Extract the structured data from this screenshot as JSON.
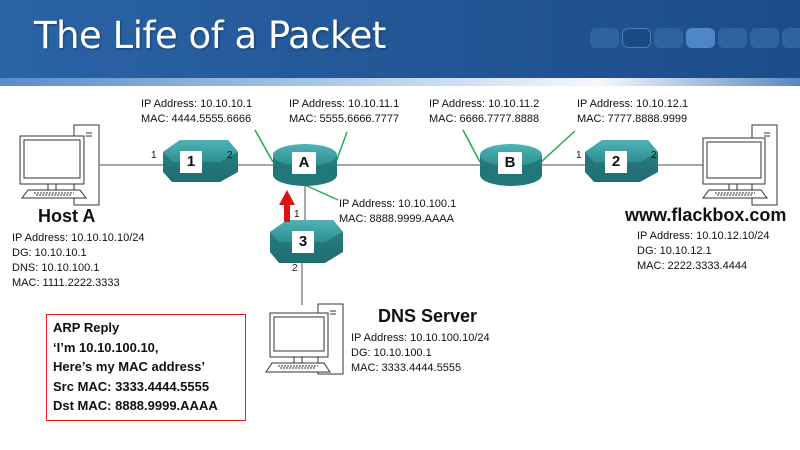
{
  "slide": {
    "title": "The Life of a Packet",
    "nav_dots": [
      {
        "state": "normal"
      },
      {
        "state": "outline"
      },
      {
        "state": "normal"
      },
      {
        "state": "active"
      },
      {
        "state": "normal"
      },
      {
        "state": "normal"
      },
      {
        "state": "normal"
      }
    ]
  },
  "colors": {
    "banner": "#24599a",
    "device": "#2f8f93",
    "link": "#808080",
    "annotation_line": "#22aa55",
    "arrow": "#e01010",
    "arp_border": "#e02020"
  },
  "devices": {
    "switch1": {
      "label": "1",
      "port_left": "1",
      "port_right": "2"
    },
    "routerA": {
      "label": "A"
    },
    "routerB": {
      "label": "B"
    },
    "switch2": {
      "label": "2",
      "port_left": "1",
      "port_right": "2"
    },
    "switch3": {
      "label": "3",
      "port_top": "1",
      "port_bottom": "2"
    }
  },
  "interfaces": {
    "a_left": {
      "ip": "IP Address: 10.10.10.1",
      "mac": "MAC: 4444.5555.6666"
    },
    "a_right": {
      "ip": "IP Address: 10.10.11.1",
      "mac": "MAC: 5555.6666.7777"
    },
    "b_left": {
      "ip": "IP Address: 10.10.11.2",
      "mac": "MAC: 6666.7777.8888"
    },
    "b_right": {
      "ip": "IP Address: 10.10.12.1",
      "mac": "MAC: 7777.8888.9999"
    },
    "a_bottom": {
      "ip": "IP Address: 10.10.100.1",
      "mac": "MAC: 8888.9999.AAAA"
    }
  },
  "hosts": {
    "host_a": {
      "name": "Host A",
      "lines": [
        "IP Address: 10.10.10.10/24",
        "DG: 10.10.10.1",
        "DNS: 10.10.100.1",
        "MAC: 1111.2222.3333"
      ]
    },
    "web": {
      "name": "www.flackbox.com",
      "lines": [
        "IP Address: 10.10.12.10/24",
        "DG: 10.10.12.1",
        "MAC: 2222.3333.4444"
      ]
    },
    "dns": {
      "name": "DNS Server",
      "lines": [
        "IP Address: 10.10.100.10/24",
        "DG: 10.10.100.1",
        "MAC: 3333.4444.5555"
      ]
    }
  },
  "arp_box": {
    "lines": [
      "ARP Reply",
      "‘I’m 10.10.100.10,",
      "Here’s my MAC address’",
      "Src MAC: 3333.4444.5555",
      "Dst MAC: 8888.9999.AAAA"
    ]
  }
}
